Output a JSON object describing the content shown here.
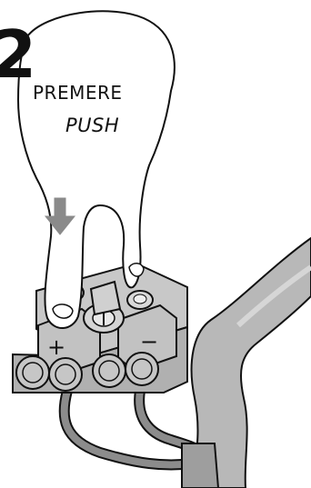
{
  "step": {
    "number": "2"
  },
  "instruction": {
    "primary": "PREMERE",
    "secondary": "PUSH"
  },
  "terminal": {
    "plus_symbol": "+",
    "minus_symbol": "−"
  },
  "colors": {
    "line": "#111111",
    "hand": "#ffffff",
    "block": "#bfbfbf",
    "block_dark": "#9e9e9e",
    "cable": "#b8b8b8",
    "wire": "#8c8c8c",
    "arrow": "#8a8a8a"
  }
}
